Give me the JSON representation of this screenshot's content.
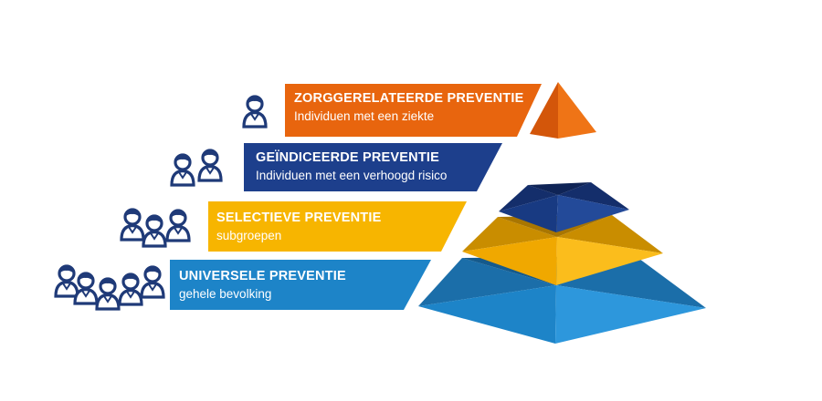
{
  "colors": {
    "orange": "#e8650e",
    "navy": "#1d3f8c",
    "yellow": "#f7b500",
    "blue": "#1d84c8",
    "icon": "#1f3a78"
  },
  "levels": [
    {
      "title": "ZORGGERELATEERDE PREVENTIE",
      "subtitle": "Individuen met een ziekte",
      "people_icons": 1,
      "color": "#e8650e"
    },
    {
      "title": "GEÏNDICEERDE PREVENTIE",
      "subtitle": "Individuen met een verhoogd risico",
      "people_icons": 2,
      "color": "#1d3f8c"
    },
    {
      "title": "SELECTIEVE PREVENTIE",
      "subtitle": "subgroepen",
      "people_icons": 3,
      "color": "#f7b500"
    },
    {
      "title": "UNIVERSELE PREVENTIE",
      "subtitle": "gehele bevolking",
      "people_icons": 5,
      "color": "#1d84c8"
    }
  ]
}
